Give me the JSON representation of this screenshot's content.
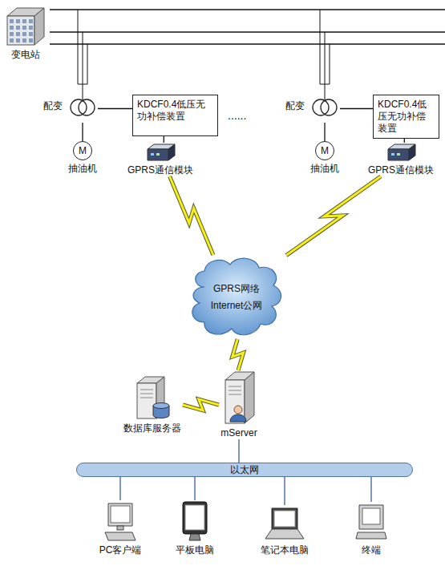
{
  "diagram": {
    "nodes": [
      {
        "text": [
          "变电站"
        ]
      },
      {
        "text": [
          "配变"
        ]
      },
      {
        "text": [
          "M",
          "抽油机"
        ]
      },
      {
        "text": [
          "KDCF0.4低压无功补偿装置"
        ]
      },
      {
        "text": [
          "GPRS通信模块"
        ]
      },
      {
        "text": [
          "配变"
        ]
      },
      {
        "text": [
          "M",
          "抽油机"
        ]
      },
      {
        "text": [
          "KDCF0.4低压无功补偿装置"
        ]
      },
      {
        "text": [
          "GPRS通信模块"
        ]
      },
      {
        "text": [
          "GPRS网络",
          "Internet公网"
        ]
      },
      {
        "text": [
          "数据库服务器"
        ]
      },
      {
        "text": [
          "mServer"
        ]
      },
      {
        "text": [
          "以太网"
        ]
      },
      {
        "text": [
          "PC客户端"
        ]
      },
      {
        "text": [
          "平板电脑"
        ]
      },
      {
        "text": [
          "笔记本电脑"
        ]
      },
      {
        "text": [
          "终端"
        ]
      }
    ],
    "edges": [
      {
        "from": 1,
        "to": 2,
        "arrow": "none"
      },
      {
        "from": 1,
        "to": 3,
        "arrow": "none"
      },
      {
        "from": 3,
        "to": 4,
        "arrow": "none"
      },
      {
        "from": 5,
        "to": 6,
        "arrow": "none"
      },
      {
        "from": 5,
        "to": 7,
        "arrow": "none"
      },
      {
        "from": 7,
        "to": 8,
        "arrow": "none"
      },
      {
        "from": 4,
        "to": 9,
        "arrow": "none"
      },
      {
        "from": 8,
        "to": 9,
        "arrow": "none"
      },
      {
        "from": 9,
        "to": 11,
        "arrow": "none"
      },
      {
        "from": 10,
        "to": 11,
        "arrow": "none"
      },
      {
        "from": 11,
        "to": 12,
        "arrow": "none"
      },
      {
        "from": 12,
        "to": 13,
        "arrow": "none"
      },
      {
        "from": 12,
        "to": 14,
        "arrow": "none"
      },
      {
        "from": 12,
        "to": 15,
        "arrow": "none"
      },
      {
        "from": 12,
        "to": 16,
        "arrow": "none"
      }
    ],
    "labels": [
      "......"
    ]
  }
}
